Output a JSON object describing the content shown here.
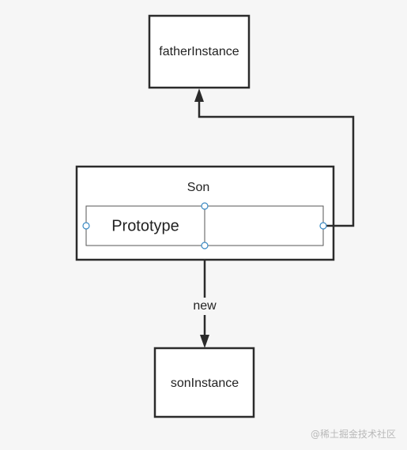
{
  "nodes": {
    "father": {
      "label": "fatherInstance"
    },
    "son": {
      "label": "Son"
    },
    "prototype": {
      "label": "Prototype"
    },
    "son_instance": {
      "label": "sonInstance"
    }
  },
  "edges": {
    "new": {
      "label": "new"
    }
  },
  "watermark": {
    "text": "@稀土掘金技术社区"
  }
}
